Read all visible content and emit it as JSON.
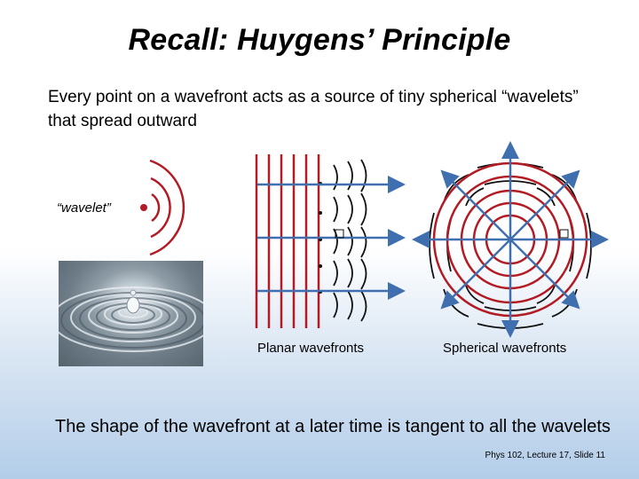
{
  "slide": {
    "title": "Recall: Huygens’ Principle",
    "intro": "Every point on a wavefront acts as a source of tiny spherical “wavelets” that spread outward",
    "wavelet_label": "“wavelet”",
    "planar_caption": "Planar wavefronts",
    "spherical_caption": "Spherical wavefronts",
    "conclusion": "The shape of the wavefront at a later time is tangent to all the wavelets",
    "footer": "Phys 102, Lecture 17, Slide 11"
  },
  "colors": {
    "wavefront": "#b31b24",
    "ray": "#3f6fae",
    "wavelet": "#111111"
  },
  "icons": {
    "photo": "water-drop-ripple-photo"
  }
}
